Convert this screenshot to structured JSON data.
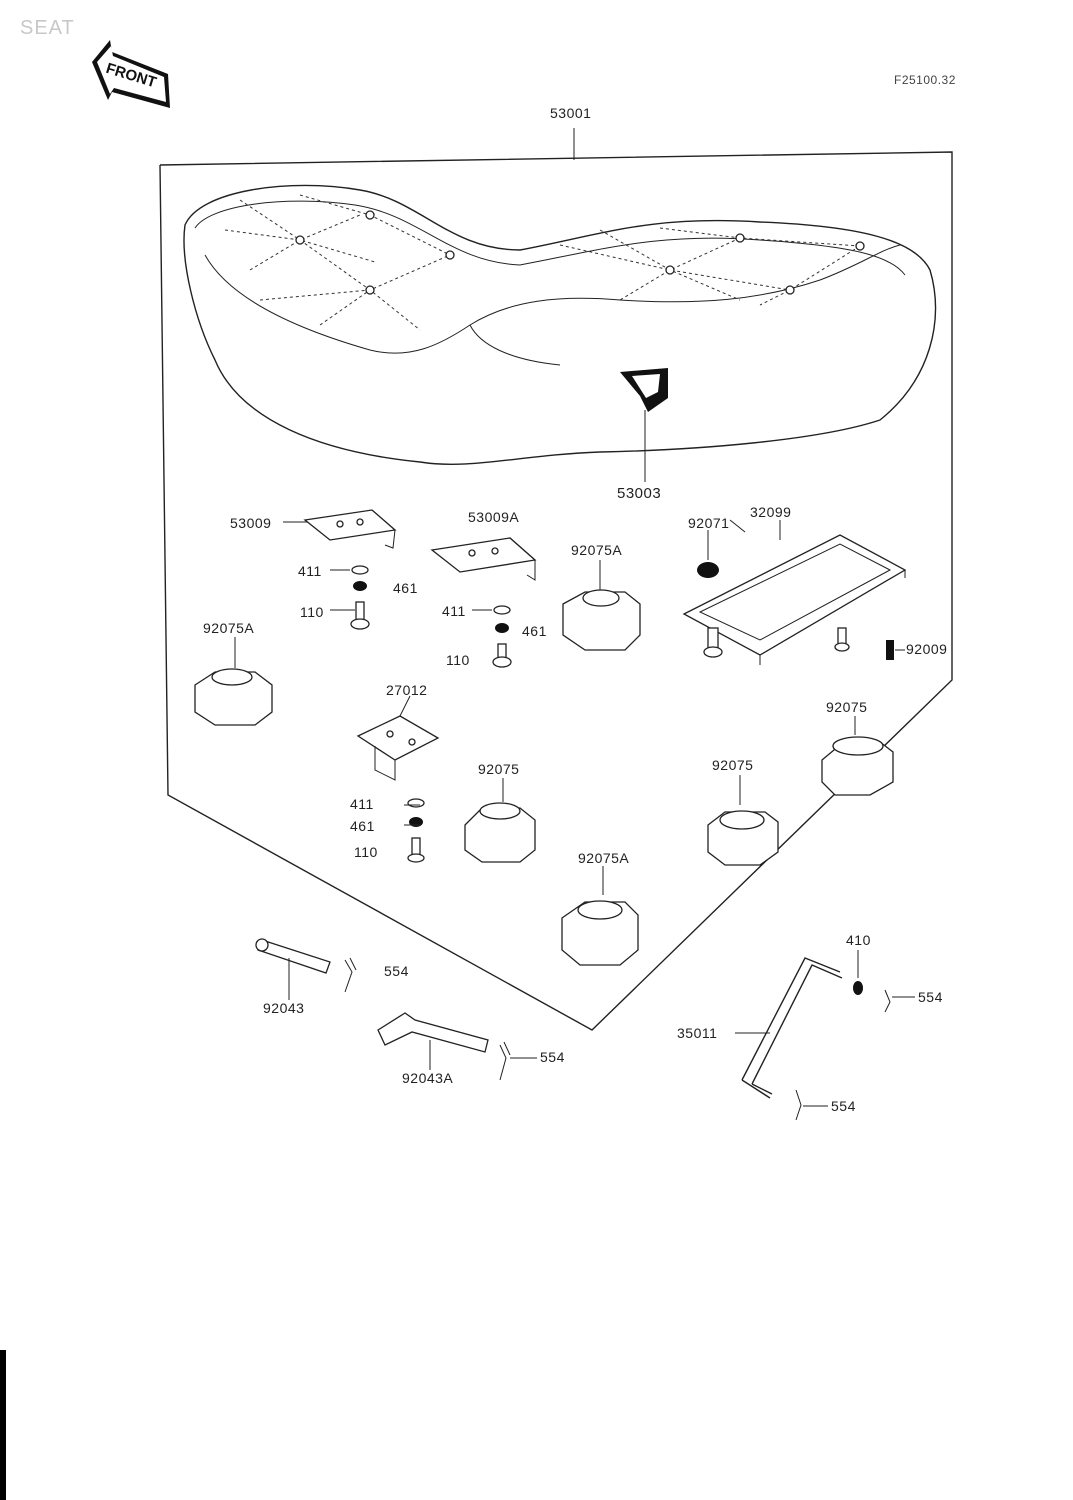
{
  "section_title": "SEAT",
  "direction_badge": "FRONT",
  "diagram_code": "F25100.32",
  "parts": {
    "p53001": "53001",
    "p53003": "53003",
    "p53009": "53009",
    "p53009A": "53009A",
    "p411_a": "411",
    "p461_a": "461",
    "p110_a": "110",
    "p411_b": "411",
    "p461_b": "461",
    "p110_b": "110",
    "p92075A_a": "92075A",
    "p92075A_b": "92075A",
    "p92075A_c": "92075A",
    "p92071": "92071",
    "p32099": "32099",
    "p92009": "92009",
    "p27012": "27012",
    "p411_c": "411",
    "p461_c": "461",
    "p110_c": "110",
    "p92075_a": "92075",
    "p92075_b": "92075",
    "p92075_c": "92075",
    "p410": "410",
    "p554_a": "554",
    "p554_b": "554",
    "p554_c": "554",
    "p554_d": "554",
    "p92043": "92043",
    "p92043A": "92043A",
    "p35011": "35011"
  }
}
